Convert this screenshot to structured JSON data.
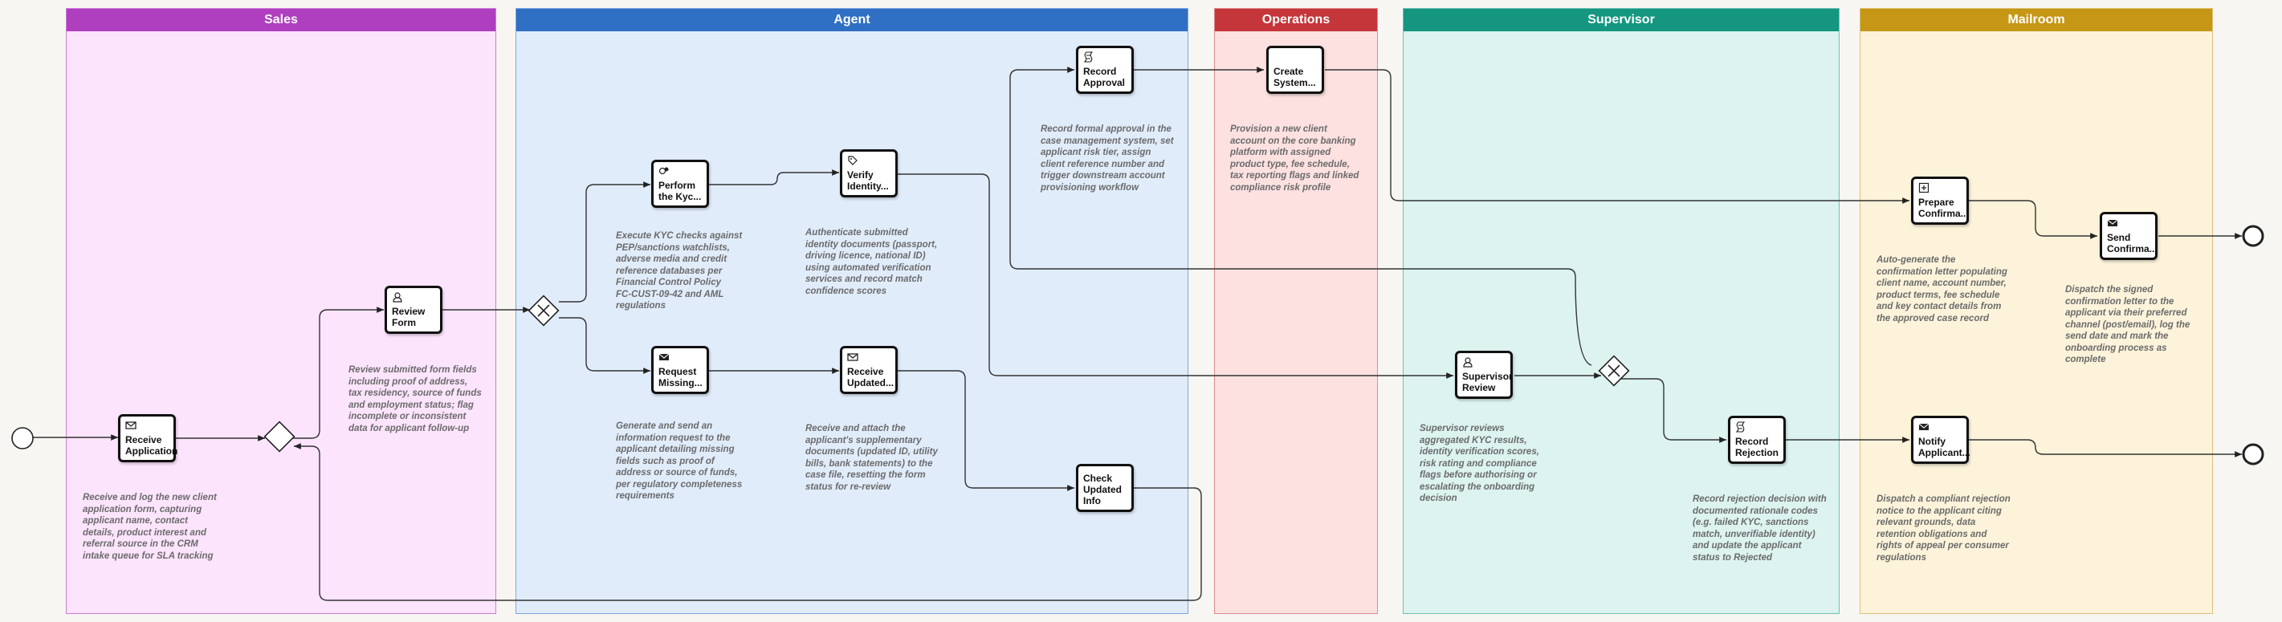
{
  "colors": {
    "sales_head": "#b03fc0",
    "sales_fill": "#fce4fd",
    "sales_border": "#cc7ed6",
    "agent_head": "#2f6fc4",
    "agent_fill": "#e1ecfb",
    "agent_border": "#7fa7de",
    "operations_head": "#c4363a",
    "operations_fill": "#fde1e1",
    "operations_border": "#de8a8c",
    "supervisor_head": "#159680",
    "supervisor_fill": "#dcf3ef",
    "supervisor_border": "#6dc2b3",
    "mailroom_head": "#c59715",
    "mailroom_fill": "#fcf3da",
    "mailroom_border": "#dec178"
  },
  "lanes": {
    "sales": "Sales",
    "agent": "Agent",
    "operations": "Operations",
    "supervisor": "Supervisor",
    "mailroom": "Mailroom"
  },
  "tasks": {
    "receive_application": {
      "label": "Receive\nApplication",
      "icon": "envelope-icon"
    },
    "review_form": {
      "label": "Review\nForm",
      "icon": "user-icon"
    },
    "perform_kyc": {
      "label": "Perform\nthe Kyc...",
      "icon": "gears-icon"
    },
    "verify_identity": {
      "label": "Verify\nIdentity...",
      "icon": "tag-icon"
    },
    "request_missing": {
      "label": "Request\nMissing...",
      "icon": "envelope-filled-icon"
    },
    "receive_updated": {
      "label": "Receive\nUpdated...",
      "icon": "envelope-icon"
    },
    "record_approval": {
      "label": "Record\nApproval",
      "icon": "script-icon"
    },
    "check_updated_info": {
      "label": "Check\nUpdated\nInfo",
      "icon": ""
    },
    "create_system": {
      "label": "Create\nSystem...",
      "icon": ""
    },
    "supervisor_review": {
      "label": "Supervisor\nReview",
      "icon": "user-icon"
    },
    "record_rejection": {
      "label": "Record\nRejection",
      "icon": "script-icon"
    },
    "prepare_confirmation": {
      "label": "Prepare\nConfirma...",
      "icon": "subprocess-plus-icon"
    },
    "send_confirmation": {
      "label": "Send\nConfirma...",
      "icon": "envelope-filled-icon"
    },
    "notify_applicant": {
      "label": "Notify\nApplicant...",
      "icon": "envelope-filled-icon"
    }
  },
  "notes": {
    "receive_application": "Receive and log the new client\napplication form, capturing\napplicant name, contact\ndetails, product interest and\nreferral source in the CRM\nintake queue for SLA tracking",
    "review_form": "Review submitted form fields\nincluding proof of address,\ntax residency, source of funds\nand employment status; flag\nincomplete or inconsistent\ndata for applicant follow-up",
    "perform_kyc": "Execute KYC checks against\nPEP/sanctions watchlists,\nadverse media and credit\nreference databases per\nFinancial Control Policy\nFC-CUST-09-42 and AML\nregulations",
    "verify_identity": "Authenticate submitted\nidentity documents (passport,\ndriving licence, national ID)\nusing automated verification\nservices and record match\nconfidence scores",
    "request_missing": "Generate and send an\ninformation request to the\napplicant detailing missing\nfields such as proof of\naddress or source of funds,\nper regulatory completeness\nrequirements",
    "receive_updated": "Receive and attach the\napplicant's supplementary\ndocuments (updated ID, utility\nbills, bank statements) to the\ncase file, resetting the form\nstatus for re-review",
    "record_approval": "Record formal approval in the\ncase management system, set\napplicant risk tier, assign\nclient reference number and\ntrigger downstream account\nprovisioning workflow",
    "create_system": "Provision a new client\naccount on the core banking\nplatform with assigned\nproduct type, fee schedule,\ntax reporting flags and linked\ncompliance risk profile",
    "supervisor_review": "Supervisor reviews\naggregated KYC results,\nidentity verification scores,\nrisk rating and compliance\nflags before authorising or\nescalating the onboarding\ndecision",
    "record_rejection": "Record rejection decision with\ndocumented rationale codes\n(e.g. failed KYC, sanctions\nmatch, unverifiable identity)\nand update the applicant\nstatus to Rejected",
    "prepare_confirmation": "Auto-generate the\nconfirmation letter populating\nclient name, account number,\nproduct terms, fee schedule\nand key contact details from\nthe approved case record",
    "send_confirmation": "Dispatch the signed\nconfirmation letter to the\napplicant via their preferred\nchannel (post/email), log the\nsend date and mark the\nonboarding process as\ncomplete",
    "notify_applicant": "Dispatch a compliant rejection\nnotice to the applicant citing\nrelevant grounds, data\nretention obligations and\nrights of appeal per consumer\nregulations"
  }
}
